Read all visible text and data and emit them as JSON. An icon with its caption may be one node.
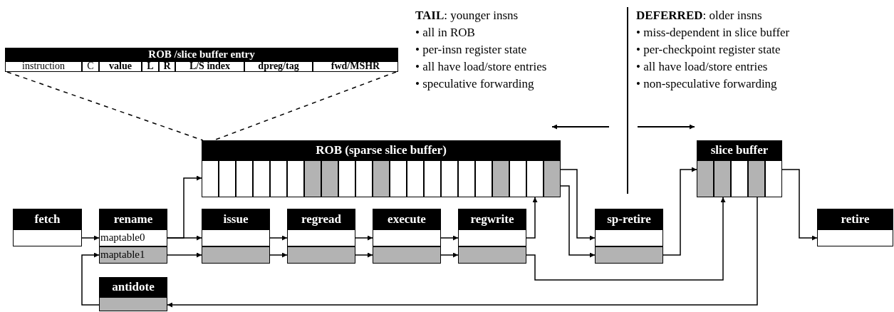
{
  "diagram": {
    "nodes": [
      {
        "text": [
          "ROB /slice buffer entry"
        ]
      },
      {
        "text": [
          "instruction"
        ],
        "in": 0
      },
      {
        "text": [
          "C"
        ],
        "in": 0
      },
      {
        "text": [
          "value"
        ],
        "in": 0
      },
      {
        "text": [
          "L"
        ],
        "in": 0
      },
      {
        "text": [
          "R"
        ],
        "in": 0
      },
      {
        "text": [
          "L/S index"
        ],
        "in": 0
      },
      {
        "text": [
          "dpreg/tag"
        ],
        "in": 0
      },
      {
        "text": [
          "fwd/MSHR"
        ],
        "in": 0
      },
      {
        "text": [
          "ROB (sparse slice buffer)"
        ]
      },
      {
        "text": [],
        "shape": "box",
        "in": 9
      },
      {
        "text": [],
        "shape": "box",
        "in": 9
      },
      {
        "text": [],
        "shape": "box",
        "in": 9
      },
      {
        "text": [],
        "shape": "box",
        "in": 9
      },
      {
        "text": [],
        "shape": "box",
        "in": 9
      },
      {
        "text": [],
        "shape": "box",
        "in": 9
      },
      {
        "text": [],
        "shape": "box",
        "in": 9
      },
      {
        "text": [],
        "shape": "box",
        "in": 9
      },
      {
        "text": [],
        "shape": "box",
        "in": 9
      },
      {
        "text": [],
        "shape": "box",
        "in": 9
      },
      {
        "text": [],
        "shape": "box",
        "in": 9
      },
      {
        "text": [],
        "shape": "box",
        "in": 9
      },
      {
        "text": [],
        "shape": "box",
        "in": 9
      },
      {
        "text": [],
        "shape": "box",
        "in": 9
      },
      {
        "text": [],
        "shape": "box",
        "in": 9
      },
      {
        "text": [],
        "shape": "box",
        "in": 9
      },
      {
        "text": [],
        "shape": "box",
        "in": 9
      },
      {
        "text": [],
        "shape": "box",
        "in": 9
      },
      {
        "text": [],
        "shape": "box",
        "in": 9
      },
      {
        "text": [],
        "shape": "box",
        "in": 9
      },
      {
        "text": [],
        "shape": "box",
        "in": 9
      },
      {
        "text": [
          "slice buffer"
        ]
      },
      {
        "text": [],
        "shape": "box",
        "in": 31
      },
      {
        "text": [],
        "shape": "box",
        "in": 31
      },
      {
        "text": [],
        "shape": "box",
        "in": 31
      },
      {
        "text": [],
        "shape": "box",
        "in": 31
      },
      {
        "text": [],
        "shape": "box",
        "in": 31
      },
      {
        "text": [
          "fetch"
        ]
      },
      {
        "text": [],
        "shape": "box",
        "in": 37
      },
      {
        "text": [
          "rename"
        ]
      },
      {
        "text": [
          "maptable0"
        ],
        "in": 39
      },
      {
        "text": [
          "maptable1"
        ],
        "in": 39
      },
      {
        "text": [
          "issue"
        ]
      },
      {
        "text": [],
        "shape": "box",
        "in": 42
      },
      {
        "text": [],
        "shape": "box",
        "in": 42
      },
      {
        "text": [
          "regread"
        ]
      },
      {
        "text": [],
        "shape": "box",
        "in": 45
      },
      {
        "text": [],
        "shape": "box",
        "in": 45
      },
      {
        "text": [
          "execute"
        ]
      },
      {
        "text": [],
        "shape": "box",
        "in": 48
      },
      {
        "text": [],
        "shape": "box",
        "in": 48
      },
      {
        "text": [
          "regwrite"
        ]
      },
      {
        "text": [],
        "shape": "box",
        "in": 51
      },
      {
        "text": [],
        "shape": "box",
        "in": 51
      },
      {
        "text": [
          "sp-retire"
        ]
      },
      {
        "text": [],
        "shape": "box",
        "in": 54
      },
      {
        "text": [],
        "shape": "box",
        "in": 54
      },
      {
        "text": [
          "retire"
        ]
      },
      {
        "text": [],
        "shape": "box",
        "in": 57
      },
      {
        "text": [
          "antidote"
        ]
      },
      {
        "text": [],
        "shape": "box",
        "in": 59
      }
    ],
    "edges": [
      {
        "from": 0,
        "to": 9,
        "arrow": "none",
        "style": "dashed"
      },
      {
        "from": 0,
        "to": 9,
        "arrow": "none",
        "style": "dashed"
      },
      {
        "from": 38,
        "to": 40,
        "arrow": "to"
      },
      {
        "from": 40,
        "to": 10,
        "arrow": "to"
      },
      {
        "from": 40,
        "to": 43,
        "arrow": "to"
      },
      {
        "from": 41,
        "to": 44,
        "arrow": "to"
      },
      {
        "from": 60,
        "to": 41,
        "arrow": "to"
      },
      {
        "from": 43,
        "to": 46,
        "arrow": "to"
      },
      {
        "from": 44,
        "to": 47,
        "arrow": "to"
      },
      {
        "from": 46,
        "to": 49,
        "arrow": "to"
      },
      {
        "from": 47,
        "to": 50,
        "arrow": "to"
      },
      {
        "from": 49,
        "to": 52,
        "arrow": "to"
      },
      {
        "from": 50,
        "to": 53,
        "arrow": "to"
      },
      {
        "from": 52,
        "to": 29,
        "arrow": "to"
      },
      {
        "from": 53,
        "to": 33,
        "arrow": "to"
      },
      {
        "from": 30,
        "to": 55,
        "arrow": "to"
      },
      {
        "from": 30,
        "to": 56,
        "arrow": "to"
      },
      {
        "from": 56,
        "to": 32,
        "arrow": "to"
      },
      {
        "from": 36,
        "to": 58,
        "arrow": "to"
      },
      {
        "from": 35,
        "to": 60,
        "arrow": "to"
      }
    ],
    "labels": [
      "**TAIL**: younger insns",
      "• all in ROB",
      "• per-insn register state",
      "• all have load/store entries",
      "• speculative forwarding",
      "**DEFERRED**: older insns",
      "• miss-dependent in slice buffer",
      "• per-checkpoint register state",
      "• all have load/store entries",
      "• non-speculative forwarding"
    ]
  }
}
